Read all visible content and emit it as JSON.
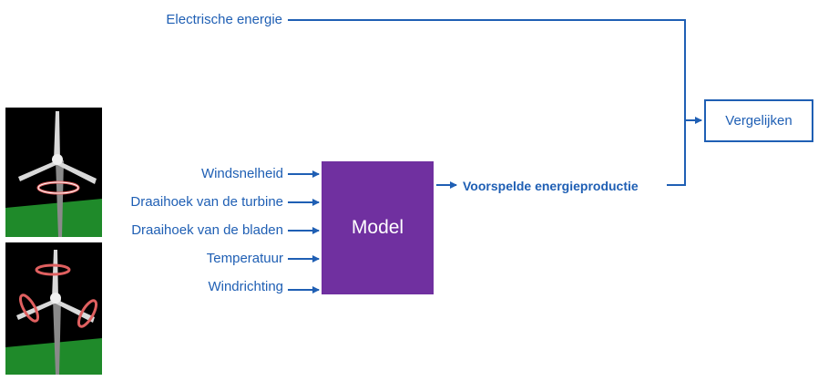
{
  "diagram": {
    "top_input": {
      "label": "Electrische energie"
    },
    "inputs": [
      {
        "label": "Windsnelheid"
      },
      {
        "label": "Draaihoek van de turbine"
      },
      {
        "label": "Draaihoek van de bladen"
      },
      {
        "label": "Temperatuur"
      },
      {
        "label": "Windrichting"
      }
    ],
    "model": {
      "label": "Model"
    },
    "output": {
      "label": "Voorspelde energieproductie"
    },
    "compare": {
      "label": "Vergelijken"
    },
    "colors": {
      "line": "#1f5fb4",
      "model_fill": "#7030a0",
      "panel_bg": "#000000",
      "ground": "#1f8a2a"
    },
    "illustrations": [
      {
        "icon": "wind-turbine-turbine-rotation-icon"
      },
      {
        "icon": "wind-turbine-blade-pitch-icon"
      }
    ]
  }
}
